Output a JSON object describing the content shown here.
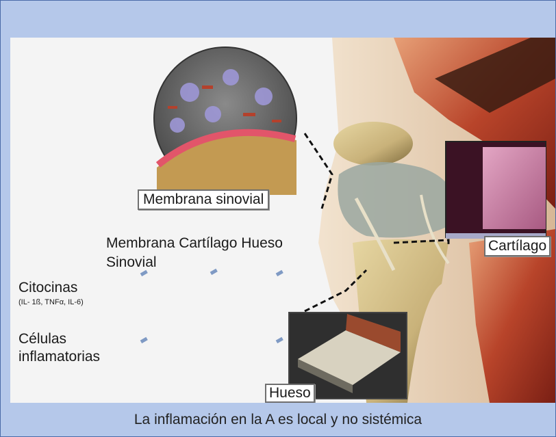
{
  "labels": {
    "membrana_sinovial": "Membrana sinovial",
    "cartilago": "Cartílago",
    "hueso": "Hueso"
  },
  "legend": {
    "header_line1": "Membrana Cartílago Hueso",
    "header_line2": "Sinovial",
    "citocinas": "Citocinas",
    "citocinas_detail": "(IL- 1ß, TNFα, IL-6)",
    "celulas_line1": "Células",
    "celulas_line2": "inflamatorias"
  },
  "caption": "La inflamación en la A es local y no sistémica",
  "colors": {
    "frame_blue": "#b5c8ea",
    "border_blue": "#4a6aa8",
    "muscle_red": "#b8442a",
    "bone_tan": "#c9b27a",
    "cartilage_pink": "#c77aa0"
  }
}
